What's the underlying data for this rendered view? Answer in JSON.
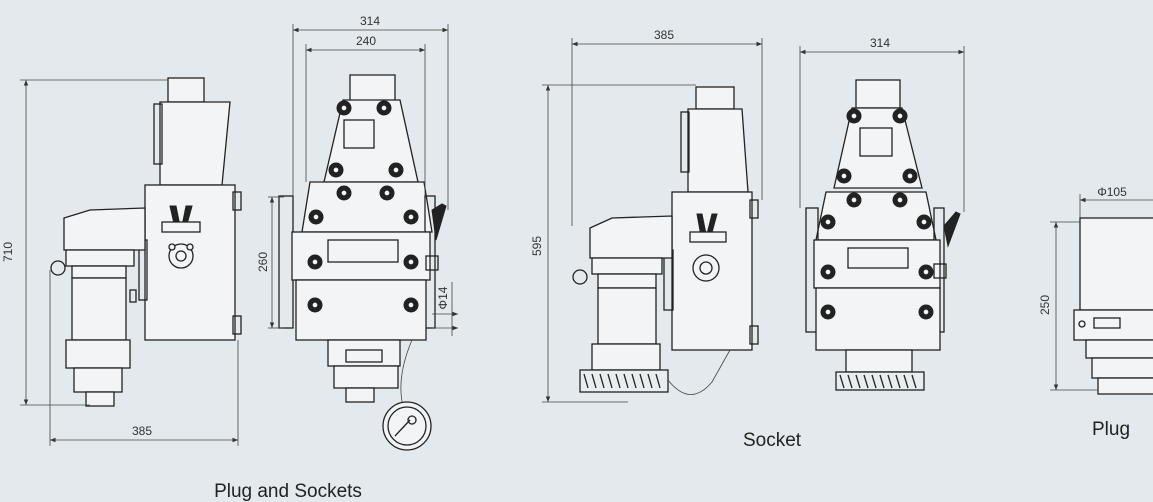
{
  "captions": {
    "plug_and_sockets": "Plug and Sockets",
    "socket": "Socket",
    "plug": "Plug"
  },
  "dimensions": {
    "view1_height": "710",
    "view1_width": "385",
    "view2_overall_width": "314",
    "view2_inner_width": "240",
    "view2_mount_height": "260",
    "view2_hole_dia": "Φ14",
    "view3_width": "385",
    "view3_height": "595",
    "view4_width": "314",
    "view5_dia": "Φ105",
    "view5_height": "250"
  },
  "colors": {
    "background": "#e3e9ec",
    "line": "#222222"
  }
}
